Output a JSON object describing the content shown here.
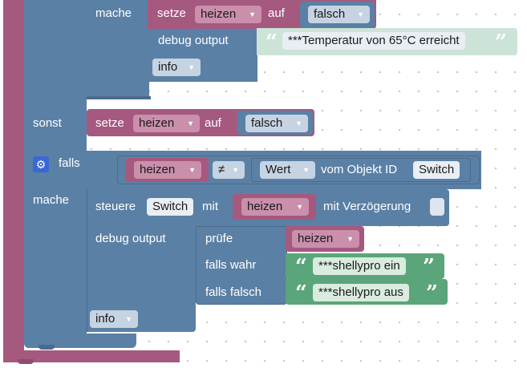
{
  "blocks": {
    "if_block": {
      "mache_label": "mache",
      "set_stmt": {
        "prefix": "setze",
        "variable": "heizen",
        "middle": "auf",
        "value": "falsch"
      },
      "debug_stmt": {
        "label": "debug output",
        "text": "***Temperatur von 65°C erreicht",
        "level": "info"
      }
    },
    "else_block": {
      "sonst_label": "sonst",
      "set_stmt": {
        "prefix": "setze",
        "variable": "heizen",
        "middle": "auf",
        "value": "falsch"
      }
    },
    "if2_block": {
      "falls_label": "falls",
      "mache_label": "mache",
      "condition": {
        "left_var": "heizen",
        "operator": "≠",
        "right_kind": "Wert",
        "right_middle": "vom Objekt ID",
        "right_object": "Switch"
      },
      "control_stmt": {
        "prefix": "steuere",
        "object": "Switch",
        "middle": "mit",
        "variable": "heizen",
        "delay_label": "mit Verzögerung"
      },
      "debug_stmt": {
        "label": "debug output",
        "ternary": {
          "check_label": "prüfe",
          "variable": "heizen",
          "true_label": "falls wahr",
          "true_text": "***shellypro ein",
          "false_label": "falls falsch",
          "false_text": "***shellypro aus"
        },
        "level": "info"
      }
    }
  },
  "icons": {
    "gear": "gear-icon",
    "dropdown": "chevron-down-icon",
    "quote_open": "“",
    "quote_close": "”",
    "arrow": "▼"
  },
  "colors": {
    "variable_block": "#a5597f",
    "logic_block": "#5b80a5",
    "text_block": "#5ba57a"
  }
}
